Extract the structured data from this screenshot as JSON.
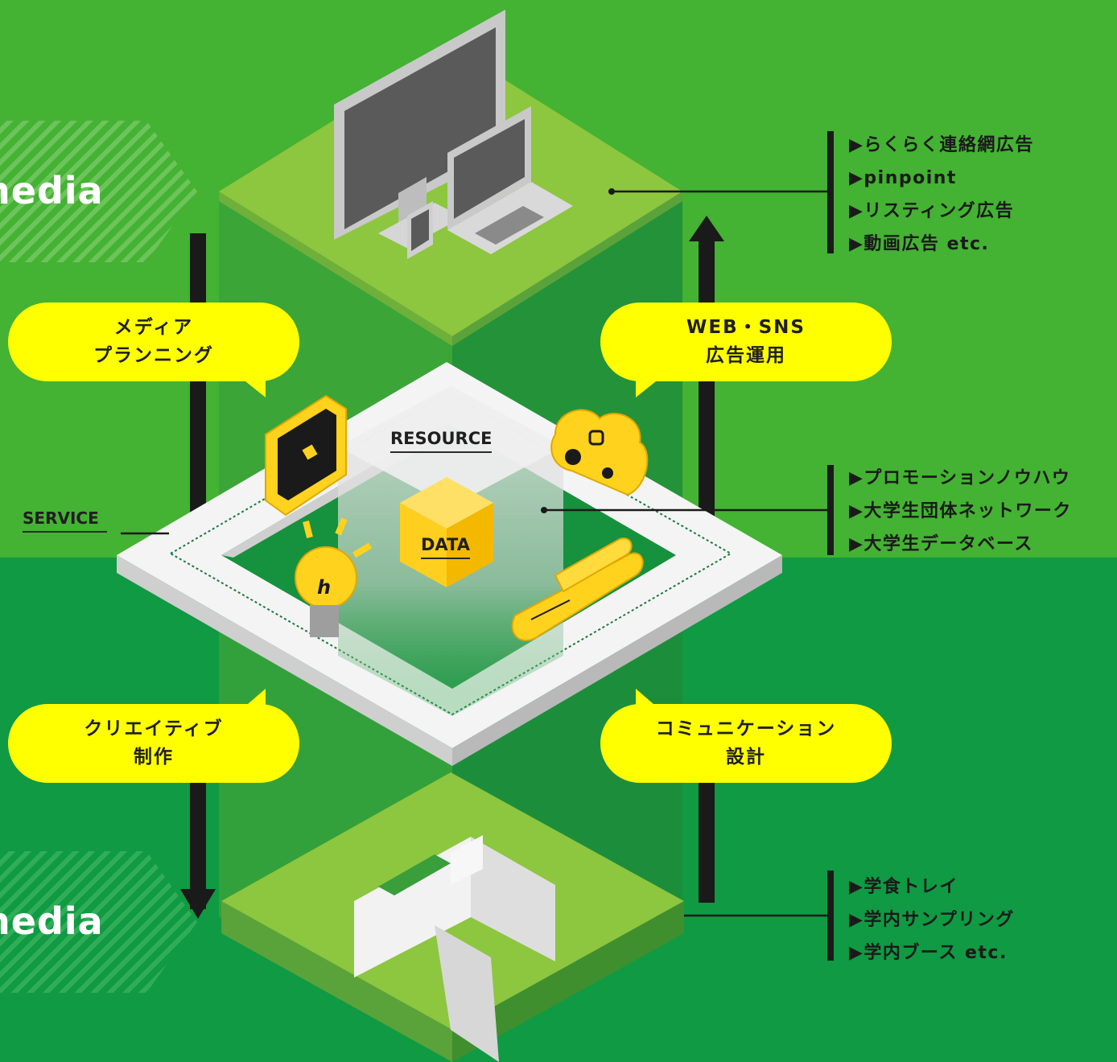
{
  "colors": {
    "bg_top": "#44b233",
    "bg_bottom": "#0f9a43",
    "bubble": "#ffff00",
    "icon_yellow": "#ffd21e",
    "text_dark": "#1f1f1f"
  },
  "media": {
    "top_label": "nedia",
    "bottom_label": "nedia"
  },
  "bubbles": {
    "media_planning": {
      "line1": "メディア",
      "line2": "プランニング"
    },
    "web_sns": {
      "line1": "WEB・SNS",
      "line2": "広告運用"
    },
    "creative": {
      "line1": "クリエイティブ",
      "line2": "制作"
    },
    "communication": {
      "line1": "コミュニケーション",
      "line2": "設計"
    }
  },
  "labels": {
    "resource": "RESOURCE",
    "data": "DATA",
    "service": "SERVICE"
  },
  "lists": {
    "web_media": [
      "▶らくらく連絡網広告",
      "▶pinpoint",
      "▶リスティング広告",
      "▶動画広告 etc."
    ],
    "resources": [
      "▶プロモーションノウハウ",
      "▶大学生団体ネットワーク",
      "▶大学生データベース"
    ],
    "campus_media": [
      "▶学食トレイ",
      "▶学内サンプリング",
      "▶学内ブース etc."
    ]
  },
  "icons": {
    "puzzle": "puzzle-icon",
    "sns": "sns-cloud-icon",
    "idea": "lightbulb-icon",
    "chat": "speech-bubble-icon",
    "monitor": "monitor-icon",
    "laptop": "laptop-icon",
    "phone": "phone-icon",
    "campus": "campus-building-icon"
  }
}
